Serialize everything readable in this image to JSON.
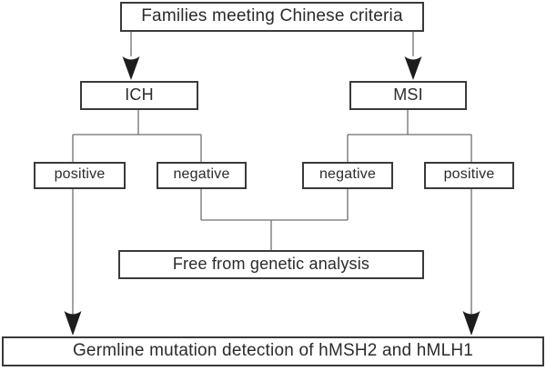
{
  "diagram": {
    "title_node": {
      "id": "families",
      "label": "Families meeting Chinese criteria"
    },
    "tests": [
      {
        "id": "ich",
        "label": "ICH"
      },
      {
        "id": "msi",
        "label": "MSI"
      }
    ],
    "results": [
      {
        "id": "ich-positive",
        "label": "positive",
        "parent": "ICH",
        "leads_to": "Germline mutation detection of hMSH2 and hMLH1"
      },
      {
        "id": "ich-negative",
        "label": "negative",
        "parent": "ICH",
        "leads_to": "Free from genetic analysis"
      },
      {
        "id": "msi-negative",
        "label": "negative",
        "parent": "MSI",
        "leads_to": "Free from genetic analysis"
      },
      {
        "id": "msi-positive",
        "label": "positive",
        "parent": "MSI",
        "leads_to": "Germline mutation detection of hMSH2 and hMLH1"
      }
    ],
    "outcomes": [
      {
        "id": "free",
        "label": "Free from genetic analysis"
      },
      {
        "id": "germline",
        "label": "Germline mutation detection of hMSH2 and hMLH1"
      }
    ],
    "colors": {
      "box_border": "#3a3a3a",
      "connector": "#6f6f6f",
      "arrow_fill": "#1d1d1d",
      "text": "#2b2b2b",
      "background": "#ffffff"
    }
  }
}
